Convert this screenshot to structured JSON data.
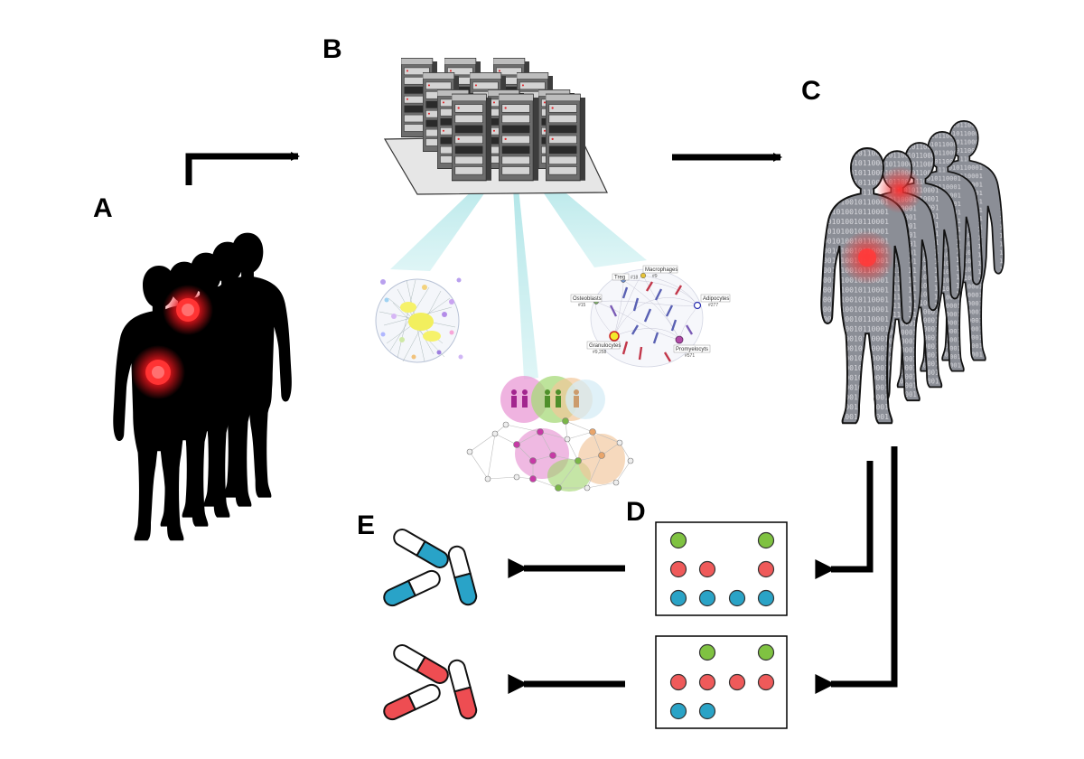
{
  "panels": {
    "a": "A",
    "b": "B",
    "c": "C",
    "d": "D",
    "e": "E"
  },
  "cell_network": {
    "nodes": [
      {
        "name": "Treg",
        "count": "#18"
      },
      {
        "name": "Macrophages",
        "count": "#9"
      },
      {
        "name": "Adipocytes",
        "count": "#277"
      },
      {
        "name": "Osteoblasts",
        "count": "#15"
      },
      {
        "name": "Granulocytes",
        "count": "#9,258"
      },
      {
        "name": "Promyelocyts",
        "count": "#571"
      }
    ]
  },
  "binary_text": "1001010010110001010110100101001010110101001010101101010010101101010101001010110100101011010100101010100101101010010110101001010110100101",
  "colors": {
    "disease_red": "#e8151c",
    "marker_green": "#7fc241",
    "marker_red": "#ef5a5a",
    "marker_blue": "#2aa3c6",
    "capsule_blue": "#29a3c8",
    "capsule_red": "#ee4d52",
    "twin_gray": "#8b8e96",
    "panel_c_cyan": "#bfe8ea"
  },
  "icons": [
    "patient-silhouette-icon",
    "server-rack-icon",
    "network-graph-icon",
    "digital-twin-icon",
    "biomarker-panel-icon",
    "capsule-icon"
  ]
}
